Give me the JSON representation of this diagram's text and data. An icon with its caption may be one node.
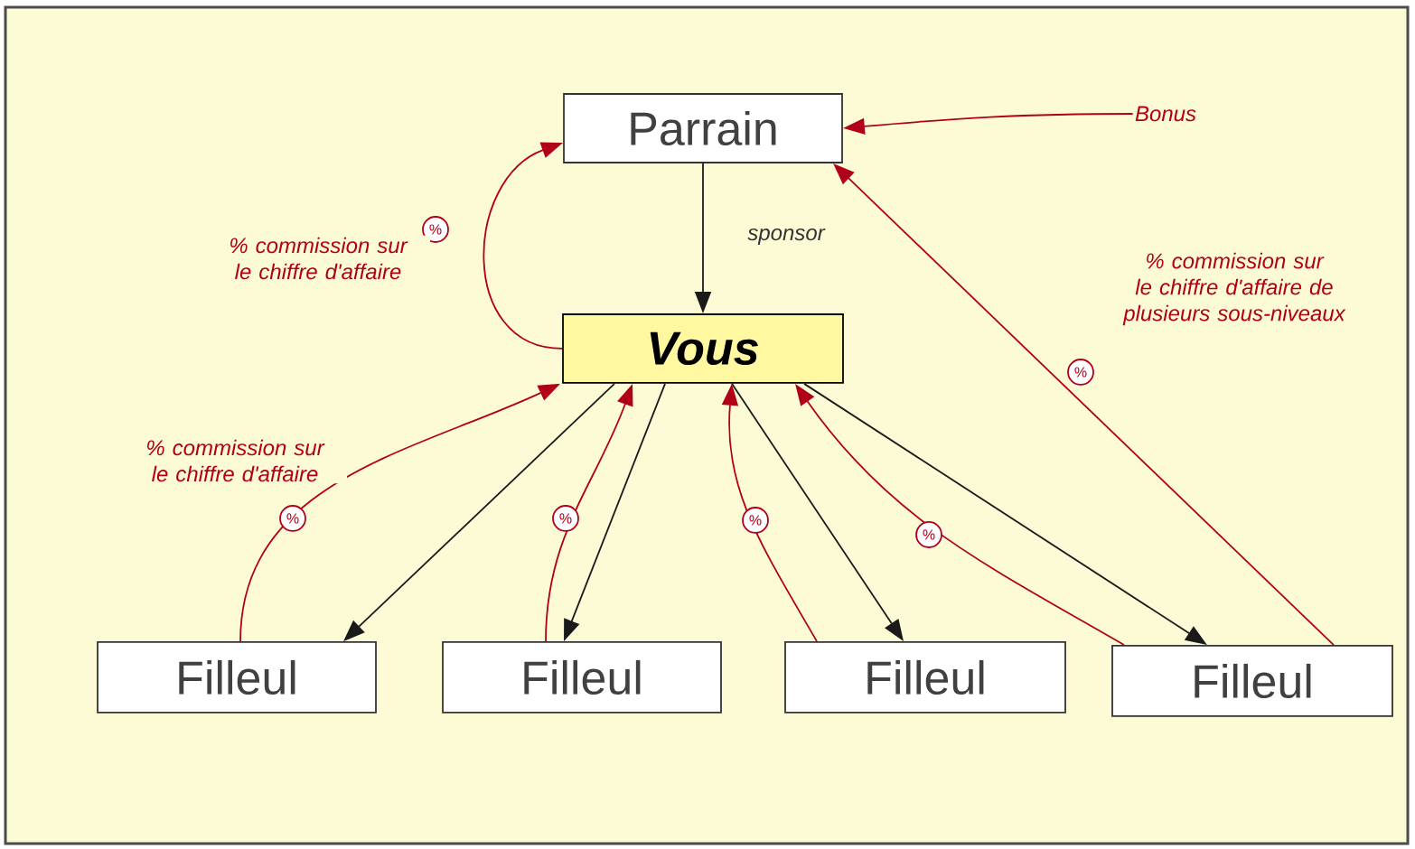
{
  "diagram": {
    "nodes": [
      {
        "text": [
          "Parrain"
        ]
      },
      {
        "text": [
          "Vous"
        ]
      },
      {
        "text": [
          "Filleul"
        ]
      },
      {
        "text": [
          "Filleul"
        ]
      },
      {
        "text": [
          "Filleul"
        ]
      },
      {
        "text": [
          "Filleul"
        ]
      },
      {
        "text": [
          "Bonus"
        ]
      }
    ],
    "edges": [
      {
        "from": 0,
        "to": 1,
        "arrow": "to",
        "label": "sponsor",
        "color": "#1a1a1a"
      },
      {
        "from": 1,
        "to": 0,
        "arrow": "to",
        "label": "% commission sur le chiffre d'affaire",
        "color": "#b0001a"
      },
      {
        "from": 6,
        "to": 0,
        "arrow": "to",
        "color": "#b0001a"
      },
      {
        "from": 5,
        "to": 0,
        "arrow": "to",
        "label": "% commission sur le chiffre d'affaire de plusieurs sous-niveaux",
        "color": "#b0001a"
      },
      {
        "from": 1,
        "to": 2,
        "arrow": "to",
        "color": "#1a1a1a"
      },
      {
        "from": 2,
        "to": 1,
        "arrow": "to",
        "label": "% commission sur le chiffre d'affaire",
        "color": "#b0001a"
      },
      {
        "from": 1,
        "to": 3,
        "arrow": "to",
        "color": "#1a1a1a"
      },
      {
        "from": 3,
        "to": 1,
        "arrow": "to",
        "color": "#b0001a"
      },
      {
        "from": 1,
        "to": 4,
        "arrow": "to",
        "color": "#1a1a1a"
      },
      {
        "from": 4,
        "to": 1,
        "arrow": "to",
        "color": "#b0001a"
      },
      {
        "from": 1,
        "to": 5,
        "arrow": "to",
        "color": "#1a1a1a"
      },
      {
        "from": 5,
        "to": 1,
        "arrow": "to",
        "color": "#b0001a"
      }
    ],
    "labels": [
      "%",
      "%",
      "%",
      "%",
      "%",
      "%"
    ]
  }
}
